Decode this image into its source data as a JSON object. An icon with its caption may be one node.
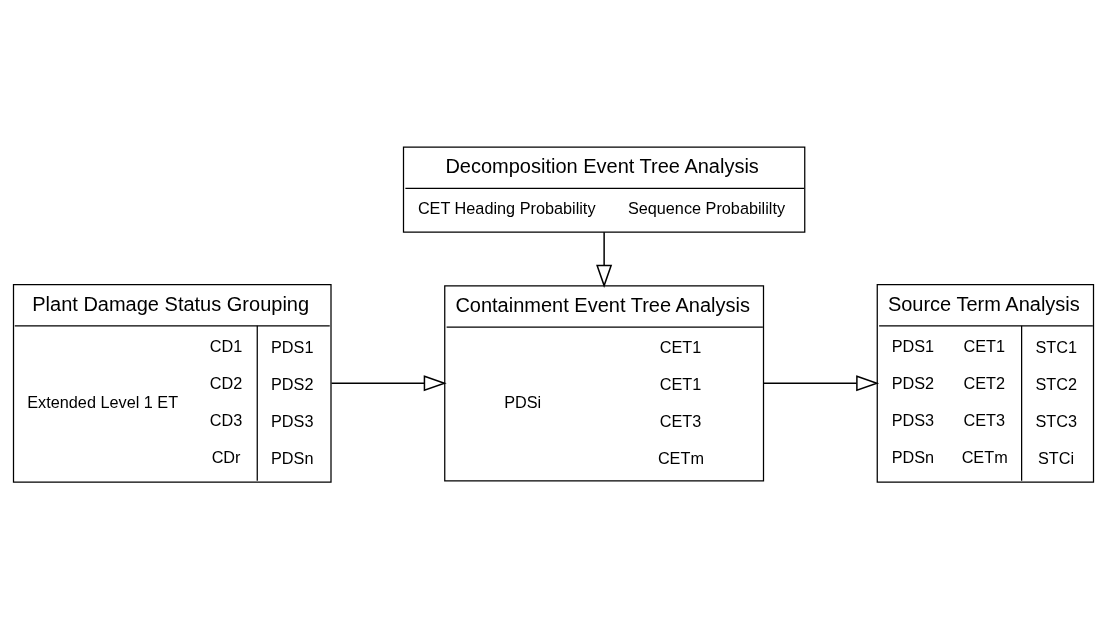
{
  "diagram": {
    "nodes": [
      {
        "text": [
          "Plant Damage Status Grouping",
          "Extended Level 1 ET",
          "CD1",
          "CD2",
          "CD3",
          "CDr",
          "PDS1",
          "PDS2",
          "PDS3",
          "PDSn"
        ]
      },
      {
        "text": [
          "Containment Event Tree Analysis",
          "PDSi",
          "CET1",
          "CET1",
          "CET3",
          "CETm"
        ]
      },
      {
        "text": [
          "Source Term Analysis",
          "PDS1",
          "PDS2",
          "PDS3",
          "PDSn",
          "CET1",
          "CET2",
          "CET3",
          "CETm",
          "STC1",
          "STC2",
          "STC3",
          "STCi"
        ]
      },
      {
        "text": [
          "Decomposition Event Tree Analysis",
          "CET Heading Probability",
          "Sequence Probabililty"
        ]
      }
    ],
    "edges": [
      {
        "from": 0,
        "to": 1,
        "arrow": "to"
      },
      {
        "from": 1,
        "to": 2,
        "arrow": "to"
      },
      {
        "from": 3,
        "to": 1,
        "arrow": "to"
      }
    ]
  }
}
